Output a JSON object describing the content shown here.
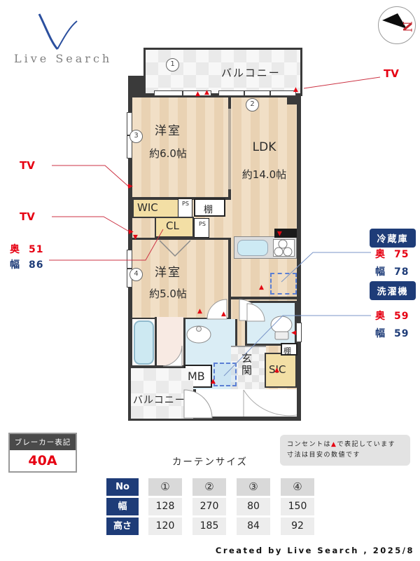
{
  "header": {
    "logo_text": "Live Search",
    "compass_letter": "N"
  },
  "plan": {
    "balcony_top_label": "バルコニー",
    "balcony_bottom_label": "バルコニー",
    "marker_balcony": "1",
    "rooms": {
      "west6": {
        "name": "洋室",
        "area": "約6.0帖",
        "marker": "3"
      },
      "ldk": {
        "name": "LDK",
        "area": "約14.0帖",
        "marker": "2"
      },
      "west5": {
        "name": "洋室",
        "area": "約5.0帖",
        "marker": "4"
      }
    },
    "labels": {
      "wic": "WIC",
      "cl": "CL",
      "ps": "PS",
      "shelf": "棚",
      "mb": "MB",
      "sic": "SIC",
      "genkan": "玄関"
    }
  },
  "annotations": {
    "tv_label": "TV",
    "cl_dims": {
      "depth_label": "奥",
      "depth_value": "51",
      "width_label": "幅",
      "width_value": "86"
    },
    "fridge": {
      "title": "冷蔵庫",
      "depth_label": "奥",
      "depth_value": "75",
      "width_label": "幅",
      "width_value": "78"
    },
    "washer": {
      "title": "洗濯機",
      "depth_label": "奥",
      "depth_value": "59",
      "width_label": "幅",
      "width_value": "59"
    }
  },
  "breaker": {
    "title": "ブレーカー表記",
    "value": "40A"
  },
  "curtain_table": {
    "title": "カーテンサイズ",
    "row_headers": [
      "No",
      "幅",
      "高さ"
    ],
    "columns": [
      {
        "no": "①",
        "width": "128",
        "height": "120"
      },
      {
        "no": "②",
        "width": "270",
        "height": "185"
      },
      {
        "no": "③",
        "width": "80",
        "height": "84"
      },
      {
        "no": "④",
        "width": "150",
        "height": "92"
      }
    ]
  },
  "note": {
    "prefix": "コンセントは",
    "marker": "▲",
    "suffix": "で表記しています",
    "line2": "寸法は目安の数値です"
  },
  "footer": {
    "credit": "Created by Live Search , 2025/8"
  },
  "colors": {
    "accent_red": "#e60012",
    "accent_blue": "#1e3c78",
    "wall": "#3a3a3a"
  }
}
